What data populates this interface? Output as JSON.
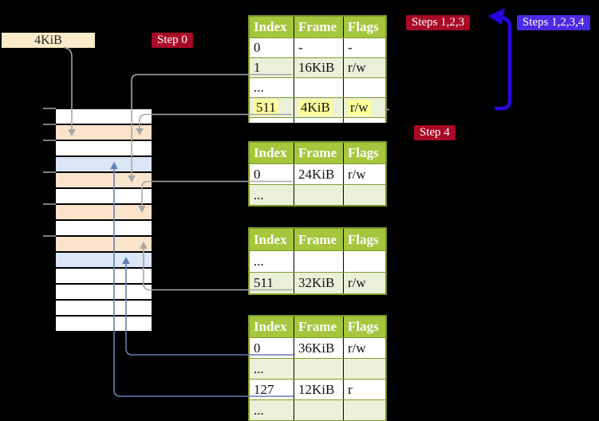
{
  "labels": {
    "frame_size": "4KiB",
    "step0": "Step 0",
    "steps123": "Steps 1,2,3",
    "steps1234": "Steps 1,2,3,4",
    "step4": "Step 4"
  },
  "colors": {
    "background": "#000000",
    "table_header_bg": "#a5c63d",
    "table_border": "#7f9b28",
    "table_row_green": "#ebf1d9",
    "highlight_yellow": "#ffff9b",
    "step_label_red": "#a80a26",
    "step_label_violet": "#4c2ae4",
    "arrow_gray": "#a6a6a6",
    "arrow_blue": "#637fb5",
    "loop_arrow_blue": "#2506dd",
    "size_box_bg": "#faecca",
    "memory_frame_white": "#ffffff",
    "memory_frame_peach": "#fce4cc",
    "memory_frame_blue": "#dbe7f6",
    "tick_gray": "#7d7d7d"
  },
  "tables": [
    {
      "headers": [
        "Index",
        "Frame",
        "Flags"
      ],
      "rows": [
        {
          "tint": "white",
          "cells": [
            "0",
            "-",
            "-"
          ]
        },
        {
          "tint": "green",
          "cells": [
            "1",
            "16KiB",
            "r/w"
          ]
        },
        {
          "tint": "white",
          "cells": [
            "...",
            "",
            ""
          ]
        },
        {
          "tint": "green",
          "cells": [
            "511",
            "4KiB",
            "r/w"
          ],
          "highlight": true
        }
      ]
    },
    {
      "headers": [
        "Index",
        "Frame",
        "Flags"
      ],
      "rows": [
        {
          "tint": "white",
          "cells": [
            "0",
            "24KiB",
            "r/w"
          ]
        },
        {
          "tint": "green",
          "cells": [
            "...",
            "",
            ""
          ]
        }
      ]
    },
    {
      "headers": [
        "Index",
        "Frame",
        "Flags"
      ],
      "rows": [
        {
          "tint": "white",
          "cells": [
            "...",
            "",
            ""
          ]
        },
        {
          "tint": "green",
          "cells": [
            "511",
            "32KiB",
            "r/w"
          ]
        }
      ]
    },
    {
      "headers": [
        "Index",
        "Frame",
        "Flags"
      ],
      "rows": [
        {
          "tint": "white",
          "cells": [
            "0",
            "36KiB",
            "r/w"
          ]
        },
        {
          "tint": "green",
          "cells": [
            "...",
            "",
            ""
          ]
        },
        {
          "tint": "white",
          "cells": [
            "127",
            "12KiB",
            "r"
          ]
        },
        {
          "tint": "green",
          "cells": [
            "...",
            "",
            ""
          ]
        }
      ]
    }
  ],
  "memory": {
    "rows": [
      "white",
      "peach",
      "white",
      "blue",
      "peach",
      "white",
      "peach",
      "white",
      "peach",
      "blue",
      "white",
      "white",
      "white",
      "white"
    ],
    "tick_count": 6
  }
}
